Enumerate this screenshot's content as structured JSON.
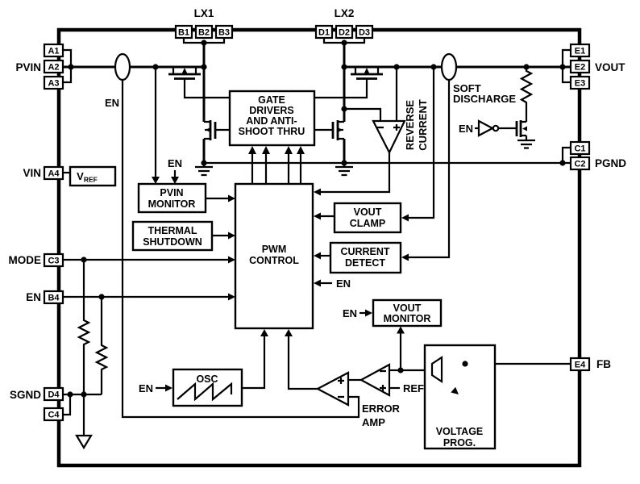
{
  "colors": {
    "ink": "#000000",
    "background": "#ffffff"
  },
  "pins": {
    "left": [
      {
        "label": "PVIN",
        "balls": [
          "A1",
          "A2",
          "A3"
        ]
      },
      {
        "label": "VIN",
        "balls": [
          "A4"
        ]
      },
      {
        "label": "MODE",
        "balls": [
          "C3"
        ]
      },
      {
        "label": "EN",
        "balls": [
          "B4"
        ]
      },
      {
        "label": "SGND",
        "balls": [
          "D4",
          "C4"
        ]
      }
    ],
    "top": [
      {
        "label": "LX1",
        "balls": [
          "B1",
          "B2",
          "B3"
        ]
      },
      {
        "label": "LX2",
        "balls": [
          "D1",
          "D2",
          "D3"
        ]
      }
    ],
    "right": [
      {
        "label": "VOUT",
        "balls": [
          "E1",
          "E2",
          "E3"
        ]
      },
      {
        "label": "PGND",
        "balls": [
          "C1",
          "C2"
        ]
      },
      {
        "label": "FB",
        "balls": [
          "E4"
        ]
      }
    ]
  },
  "blocks": {
    "gate_drivers": {
      "lines": [
        "GATE",
        "DRIVERS",
        "AND ANTI-",
        "SHOOT THRU"
      ]
    },
    "pvin_monitor": {
      "lines": [
        "PVIN",
        "MONITOR"
      ]
    },
    "thermal_shutdown": {
      "lines": [
        "THERMAL",
        "SHUTDOWN"
      ]
    },
    "pwm_control": {
      "lines": [
        "PWM",
        "CONTROL"
      ]
    },
    "vout_clamp": {
      "lines": [
        "VOUT",
        "CLAMP"
      ]
    },
    "current_detect": {
      "lines": [
        "CURRENT",
        "DETECT"
      ]
    },
    "vout_monitor": {
      "lines": [
        "VOUT",
        "MONITOR"
      ]
    },
    "osc": {
      "label": "OSC"
    },
    "voltage_prog": {
      "lines": [
        "VOLTAGE",
        "PROG."
      ]
    },
    "vref": {
      "base": "V",
      "subscript": "REF"
    }
  },
  "annotations": {
    "en": "EN",
    "ref": "REF",
    "error_amp": {
      "lines": [
        "ERROR",
        "AMP"
      ]
    },
    "reverse_current": {
      "lines": [
        "REVERSE",
        "CURRENT"
      ]
    },
    "soft_discharge": {
      "lines": [
        "SOFT",
        "DISCHARGE"
      ]
    }
  }
}
